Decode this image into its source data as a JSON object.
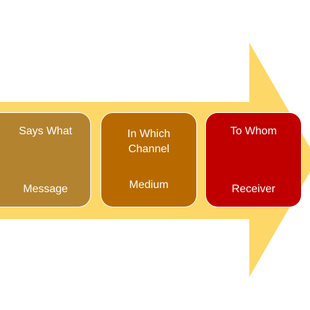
{
  "colors": {
    "arrow": "#FDD868",
    "message_box": "#B38330",
    "medium_box": "#B86A00",
    "receiver_box": "#C00000",
    "box_border": "#FFFFFF"
  },
  "boxes": [
    {
      "title": "Says What",
      "subtitle": "Message"
    },
    {
      "title": "In Which\nChannel",
      "subtitle": "Medium"
    },
    {
      "title": "To Whom",
      "subtitle": "Receiver"
    }
  ]
}
